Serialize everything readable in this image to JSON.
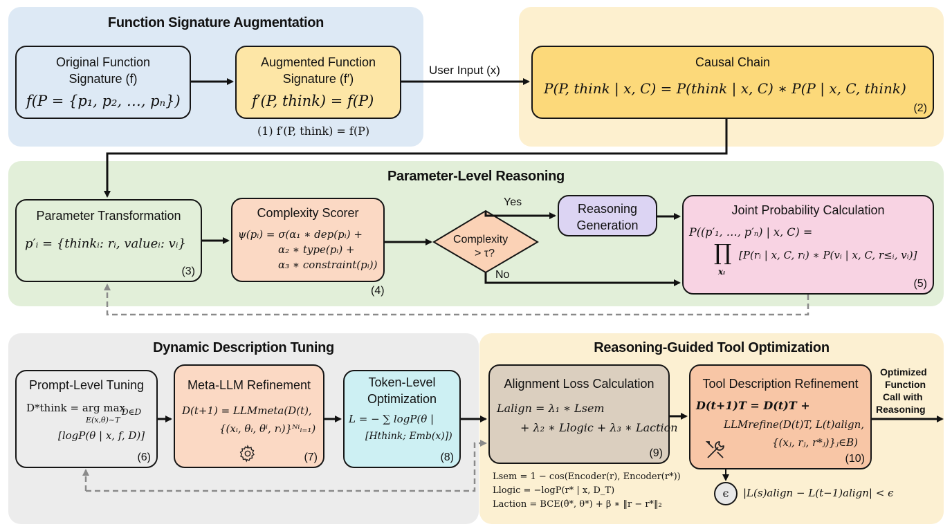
{
  "colors": {
    "panel_blue": "#dde9f5",
    "panel_yellow": "#fdf0cf",
    "panel_green": "#e2efd9",
    "panel_gray": "#ececec",
    "panel_cream": "#fcf0d2",
    "node_yellow": "#fde6a6",
    "node_causal": "#fcd97a",
    "node_peach": "#fbd9c4",
    "node_purple": "#dcd4f3",
    "node_pink": "#f8d3e3",
    "node_cyan": "#cdf0f3",
    "node_tan": "#dbcfbf",
    "node_salmon": "#f8c6a6",
    "arrow": "#111111",
    "dashed": "#8a8a8a"
  },
  "sections": {
    "signature": {
      "title": "Function Signature Augmentation",
      "original": {
        "title_line1": "Original Function",
        "title_line2": "Signature (f)",
        "formula": "f(P = {p₁, p₂, …, pₙ})"
      },
      "augmented": {
        "title_line1": "Augmented Function",
        "title_line2": "Signature (f′)",
        "formula": "f′(P, think) = f(P)",
        "caption": "(1) f′(P, think) = f(P)"
      }
    },
    "user_input_label": "User Input (x)",
    "causal": {
      "title": "Causal Chain",
      "formula": "P(P, think | x, C) = P(think | x, C) ∗ P(P | x, C, think)",
      "eq": "(2)"
    },
    "param_reasoning": {
      "title": "Parameter-Level Reasoning",
      "transform": {
        "title": "Parameter Transformation",
        "formula": "p′ᵢ = {thinkᵢ: rᵢ, valueᵢ: vᵢ}",
        "eq": "(3)"
      },
      "scorer": {
        "title": "Complexity Scorer",
        "line1": "ψ(pᵢ) = σ(α₁ ∗ dep(pᵢ) +",
        "line2": "α₂ ∗ type(pᵢ) +",
        "line3": "α₃ ∗ constraint(pᵢ))",
        "eq": "(4)"
      },
      "decision": {
        "line1": "Complexity",
        "line2": "> τ?",
        "yes": "Yes",
        "no": "No"
      },
      "reasoning_gen": {
        "line1": "Reasoning",
        "line2": "Generation"
      },
      "joint": {
        "title": "Joint Probability Calculation",
        "line1": "P((p′₁, …, p′ₙ) | x, C) =",
        "prod": "∏",
        "prod_sub": "xᵢ",
        "line2": "[P(rᵢ | x, C, rₗ) ∗ P(vᵢ | x, C, r≤ᵢ, vᵢ)]",
        "eq": "(5)"
      }
    },
    "dynamic": {
      "title": "Dynamic Description Tuning",
      "prompt": {
        "title": "Prompt-Level Tuning",
        "line1": "D*think = arg max",
        "sub_under": "E(x,θ)~T",
        "sub_right": "D∈D",
        "line2": "[logP(θ | x, f, D)]",
        "eq": "(6)"
      },
      "meta": {
        "title": "Meta-LLM Refinement",
        "line1": "D(t+1) = LLMmeta(D(t),",
        "line2": "{(xᵢ, θᵢ, θⁱ, rᵢ)}ᴺⁱᵢ₌₁)",
        "eq": "(7)",
        "icon": "gear-icon"
      },
      "token": {
        "title_line1": "Token-Level",
        "title_line2": "Optimization",
        "line1": "L = − ∑ logP(θ |",
        "line2": "[Hthink; Emb(x)])",
        "eq": "(8)"
      }
    },
    "tool_opt": {
      "title": "Reasoning-Guided Tool Optimization",
      "alignment": {
        "title": "Alignment Loss Calculation",
        "line1": "Lalign = λ₁ ∗ Lsem",
        "line2": "+ λ₂ ∗ Llogic + λ₃ ∗ Laction",
        "eq": "(9)"
      },
      "refine": {
        "title": "Tool Description Refinement",
        "line1": "D(t+1)T = D(t)T +",
        "line2": "LLMrefine(D(t)T, L(t)align,",
        "line3": "{(xⱼ, rⱼ, r*ⱼ)}ⱼ∈B)",
        "eq": "(10)",
        "icon": "tools-icon"
      },
      "output": {
        "line1": "Optimized",
        "line2": "Function",
        "line3": "Call with",
        "line4": "Reasoning"
      },
      "loss_defs": {
        "sem": "Lsem = 1 − cos(Encoder(r), Encoder(r*))",
        "logic": "Llogic = −logP(r* | x, D_T)",
        "action": "Laction = BCE(θ̂*, θ*) + β ∗ ‖r − r*‖₂"
      },
      "convergence": {
        "symbol": "ϵ",
        "text": "|L(s)align − L(t−1)align| < ϵ"
      }
    }
  }
}
